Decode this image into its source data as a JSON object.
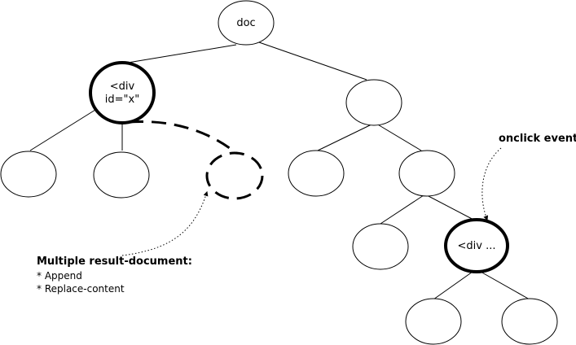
{
  "nodes": {
    "doc": {
      "label": "doc"
    },
    "div_x": {
      "label_line1": "<div",
      "label_line2": "id=\"x\""
    },
    "div_onclick": {
      "label": "<div ..."
    }
  },
  "annotations": {
    "onclick": {
      "text": "onclick event"
    },
    "multiple_result": {
      "title": "Multiple result-document:",
      "items": [
        "* Append",
        "* Replace-content"
      ]
    }
  }
}
